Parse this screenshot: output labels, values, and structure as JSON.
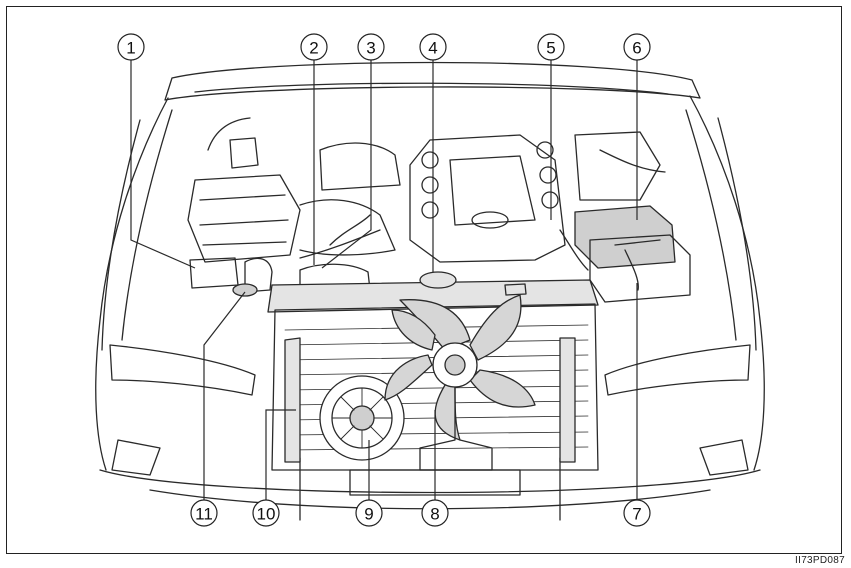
{
  "figure": {
    "reference_code": "II73PD087",
    "callouts": [
      {
        "id": "callout-1",
        "label": "1"
      },
      {
        "id": "callout-2",
        "label": "2"
      },
      {
        "id": "callout-3",
        "label": "3"
      },
      {
        "id": "callout-4",
        "label": "4"
      },
      {
        "id": "callout-5",
        "label": "5"
      },
      {
        "id": "callout-6",
        "label": "6"
      },
      {
        "id": "callout-7",
        "label": "7"
      },
      {
        "id": "callout-8",
        "label": "8"
      },
      {
        "id": "callout-9",
        "label": "9"
      },
      {
        "id": "callout-10",
        "label": "10"
      },
      {
        "id": "callout-11",
        "label": "11"
      }
    ]
  },
  "colors": {
    "line": "#2a2a2a",
    "shade": "#cfcfcf",
    "light_shade": "#e4e4e4",
    "background": "#ffffff"
  }
}
